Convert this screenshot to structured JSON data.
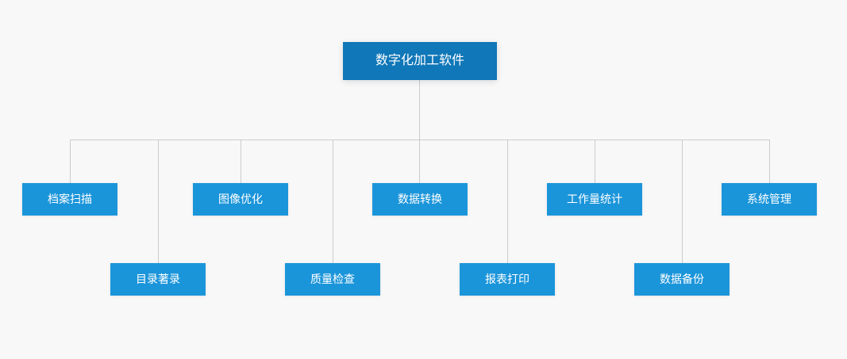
{
  "diagram": {
    "root_label": "数字化加工软件",
    "children": [
      {
        "label": "档案扫描"
      },
      {
        "label": "目录著录"
      },
      {
        "label": "图像优化"
      },
      {
        "label": "质量检查"
      },
      {
        "label": "数据转换"
      },
      {
        "label": "报表打印"
      },
      {
        "label": "工作量统计"
      },
      {
        "label": "数据备份"
      },
      {
        "label": "系统管理"
      }
    ],
    "colors": {
      "root": "#1077b8",
      "child": "#1b95da",
      "line": "#cccccc",
      "background": "#f8f8f8",
      "text": "#ffffff"
    }
  }
}
